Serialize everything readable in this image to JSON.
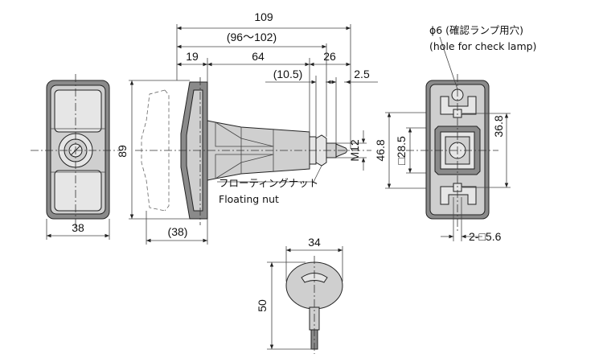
{
  "dimensions": {
    "top_overall": "109",
    "top_range": "(96～102)",
    "d19": "19",
    "d64": "64",
    "d26": "26",
    "d10_5": "(10.5)",
    "d2_5": "2.5",
    "height_89": "89",
    "width_38_front": "38",
    "width_38_side": "(38)",
    "m12": "M12",
    "d46_8": "46.8",
    "sq28_5": "□28.5",
    "d36_8": "36.8",
    "sq5_6": "2-□5.6",
    "key_width": "34",
    "key_height": "50"
  },
  "notes": {
    "floating_nut_jp": "フローティングナット",
    "floating_nut_en": "Floating nut",
    "lamp_hole_jp": "ϕ6 (確認ランプ用穴)",
    "lamp_hole_en": "(hole for check lamp)"
  },
  "colors": {
    "body_fill": "#cfcfcf",
    "dark_fill": "#8a8a8a",
    "light_fill": "#e6e6e6",
    "line": "#222222"
  }
}
